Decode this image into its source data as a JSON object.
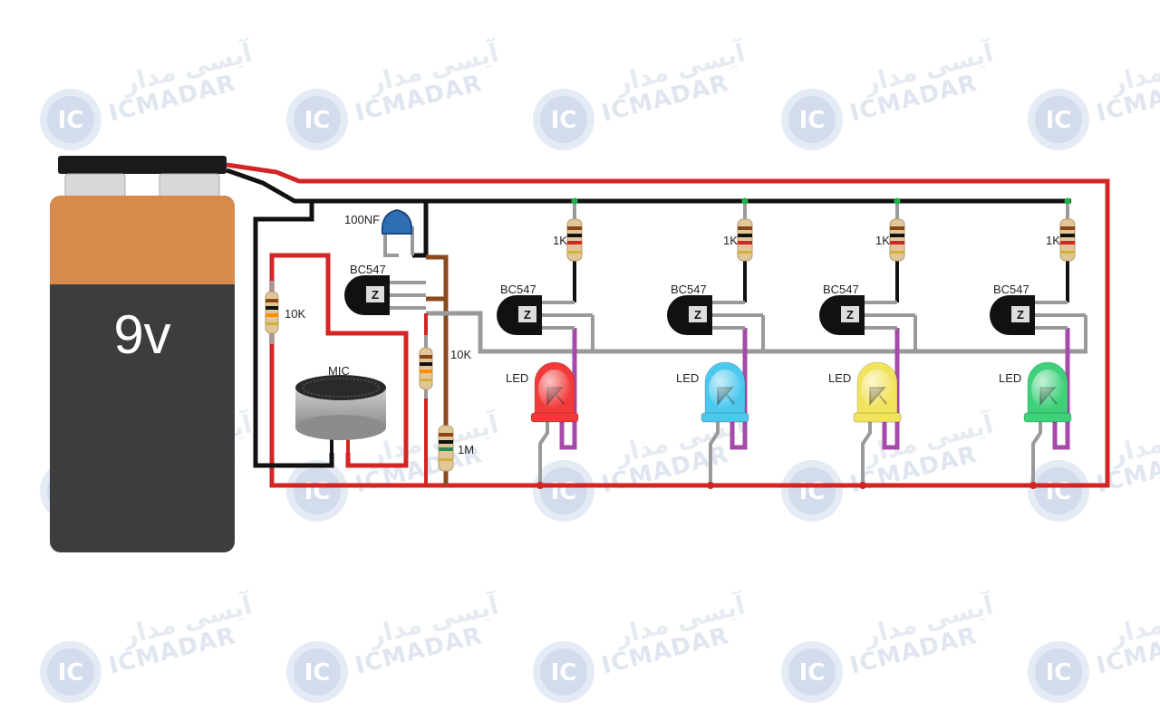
{
  "watermark": {
    "brand_en": "ICMADAR",
    "brand_fa": "آیسی مدار",
    "logo_text": "IC"
  },
  "battery": {
    "label": "9v"
  },
  "components": {
    "capacitor": "100NF",
    "transistor_driver": "BC547",
    "resistor_bias_a": "10K",
    "resistor_bias_b": "10K",
    "resistor_feedback": "1M",
    "microphone": "MIC"
  },
  "channels": [
    {
      "resistor": "1K",
      "transistor": "BC547",
      "led": "LED",
      "led_color": "#f23a3a"
    },
    {
      "resistor": "1K",
      "transistor": "BC547",
      "led": "LED",
      "led_color": "#4cc8ee"
    },
    {
      "resistor": "1K",
      "transistor": "BC547",
      "led": "LED",
      "led_color": "#f2e35c"
    },
    {
      "resistor": "1K",
      "transistor": "BC547",
      "led": "LED",
      "led_color": "#3fd17a"
    }
  ],
  "colors": {
    "positive_wire": "#d42424",
    "ground_wire": "#111111",
    "signal_wire": "#9a9a9a",
    "led_wire": "#a54aa8",
    "bias_wire": "#8a4a1e",
    "battery_top": "#d68a4c",
    "battery_body": "#3d3d3d"
  }
}
